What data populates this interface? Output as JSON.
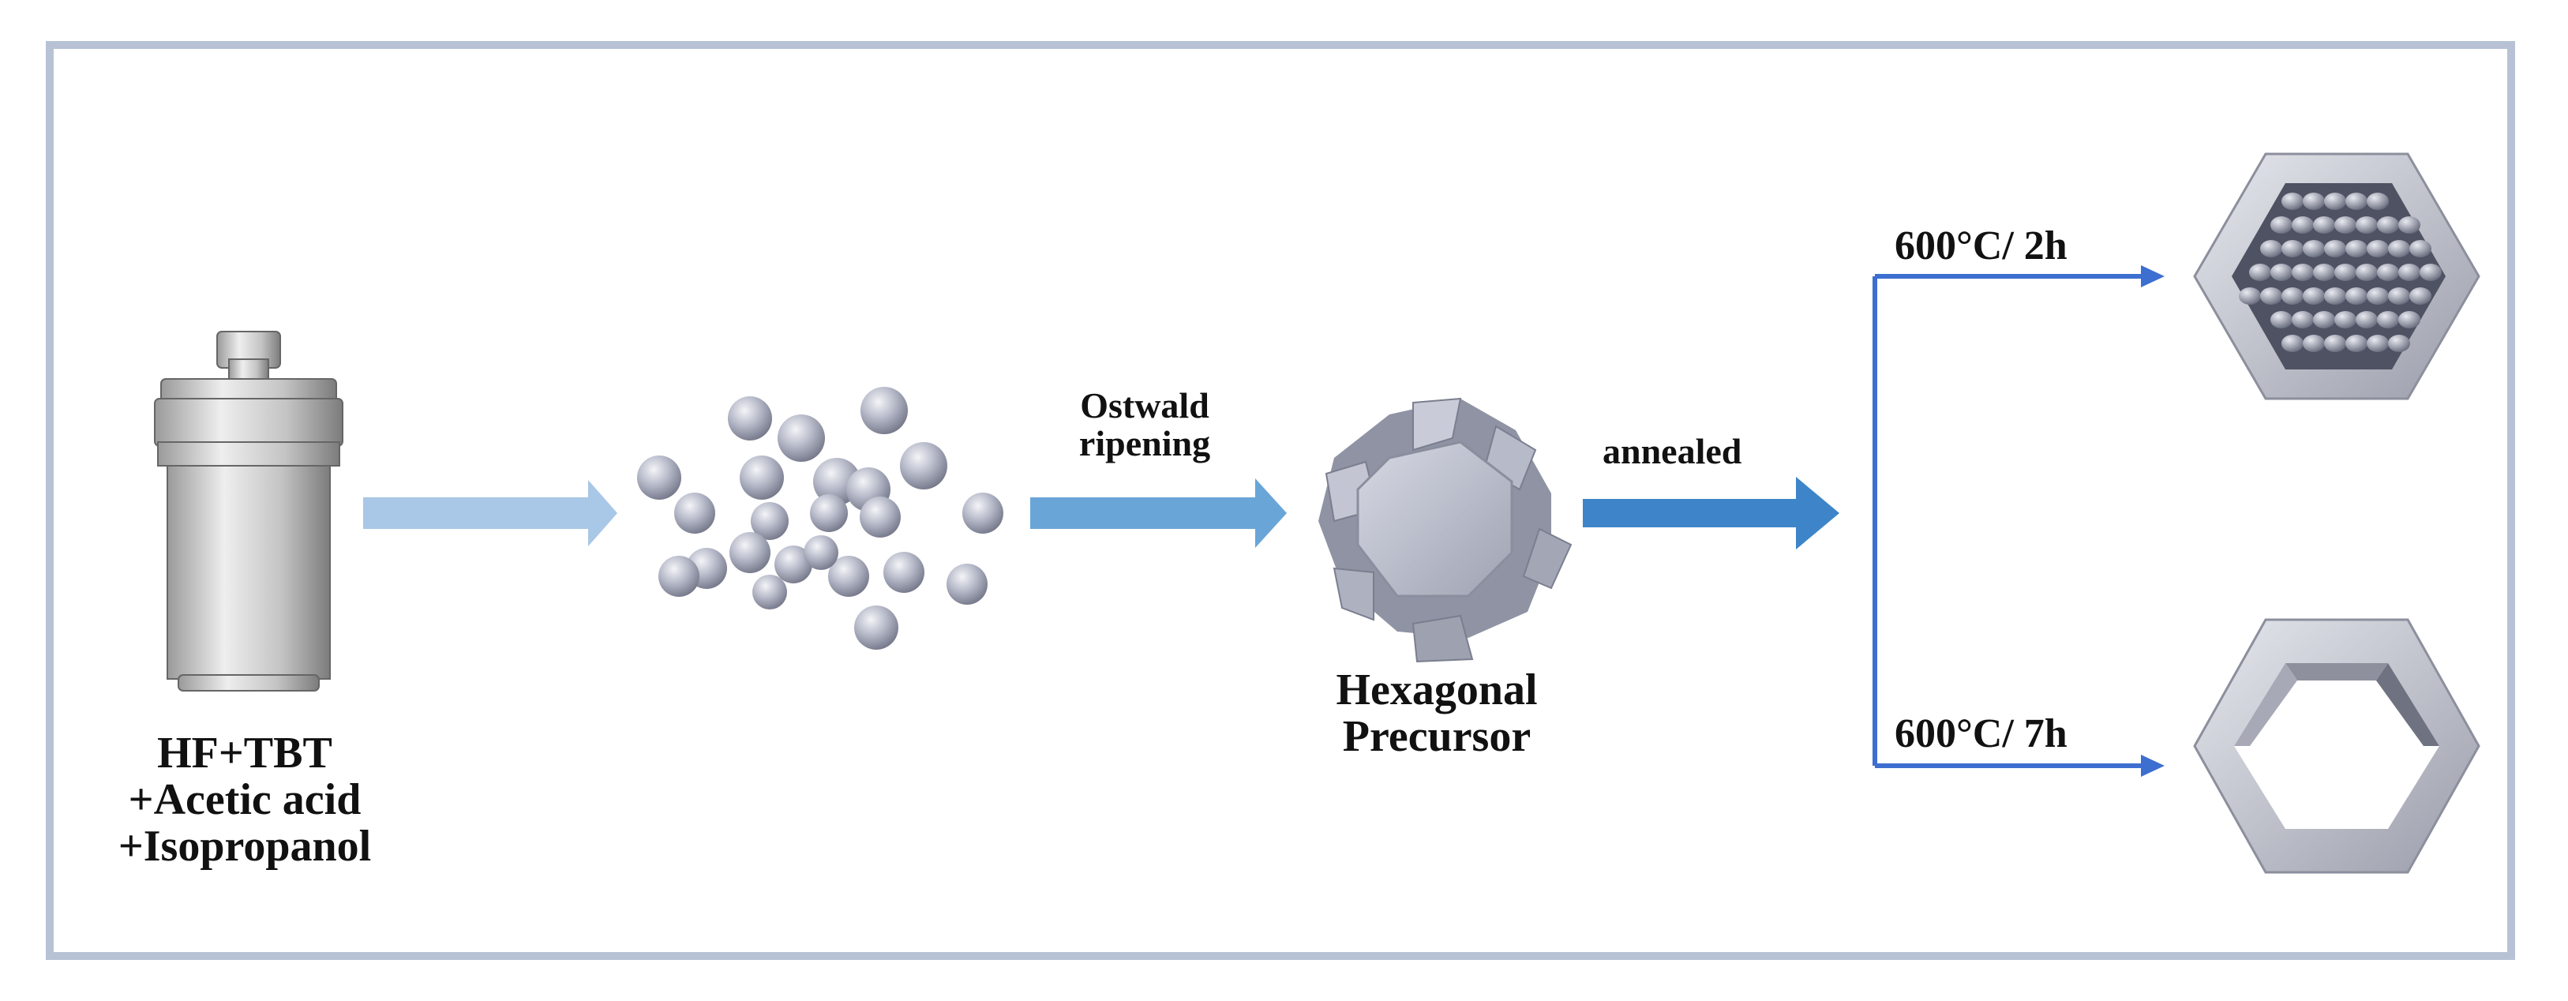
{
  "labels": {
    "reagents": [
      "HF+TBT",
      "+Acetic acid",
      "+Isopropanol"
    ],
    "step1": [
      "Ostwald",
      "ripening"
    ],
    "product1": [
      "Hexagonal",
      "Precursor"
    ],
    "step2": "annealed",
    "branch_top": "600°C/ 2h",
    "branch_bottom": "600°C/ 7h"
  },
  "colors": {
    "frame": "#b7c3d4",
    "arrow_light": "#a9c7e6",
    "arrow_mid": "#6aa5d8",
    "arrow_dark": "#3d85c8",
    "branch_line": "#3d6fd0",
    "sphere": "#a8acbd"
  }
}
